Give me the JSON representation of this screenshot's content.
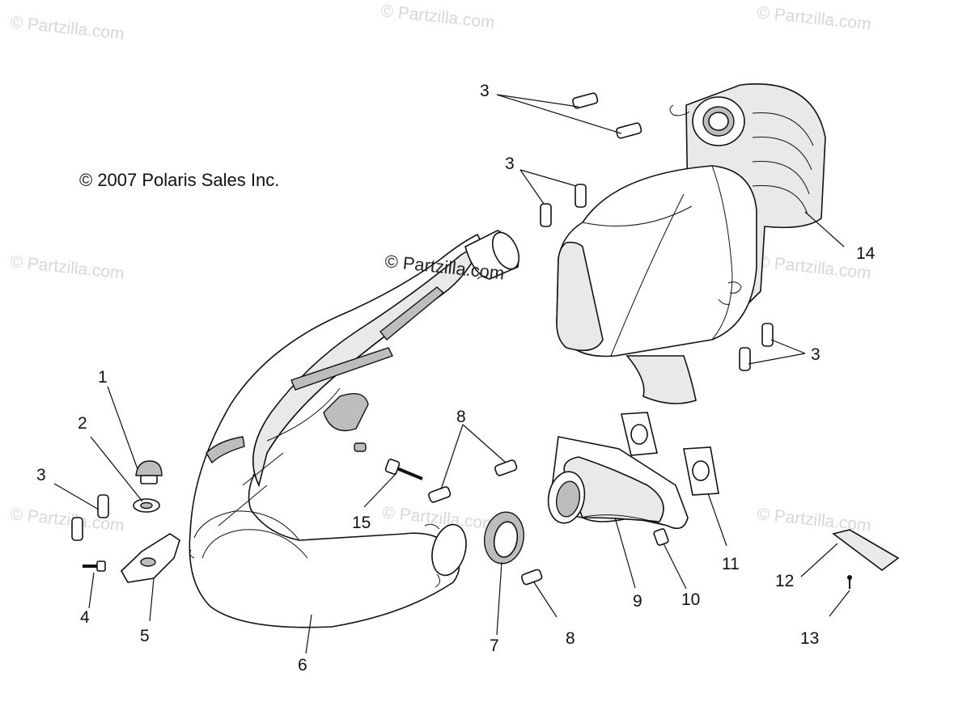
{
  "copyright": "© 2007 Polaris Sales Inc.",
  "watermarks": [
    "© Partzilla.com",
    "© Partzilla.com",
    "© Partzilla.com",
    "© Partzilla.com",
    "© Partzilla.com",
    "© Partzilla.com",
    "© Partzilla.com",
    "© Partzilla.com"
  ],
  "center_watermark": "© Partzilla.com",
  "callouts": [
    "1",
    "2",
    "3",
    "3",
    "3",
    "3",
    "4",
    "5",
    "6",
    "7",
    "8",
    "8",
    "9",
    "10",
    "11",
    "12",
    "13",
    "14",
    "15"
  ]
}
